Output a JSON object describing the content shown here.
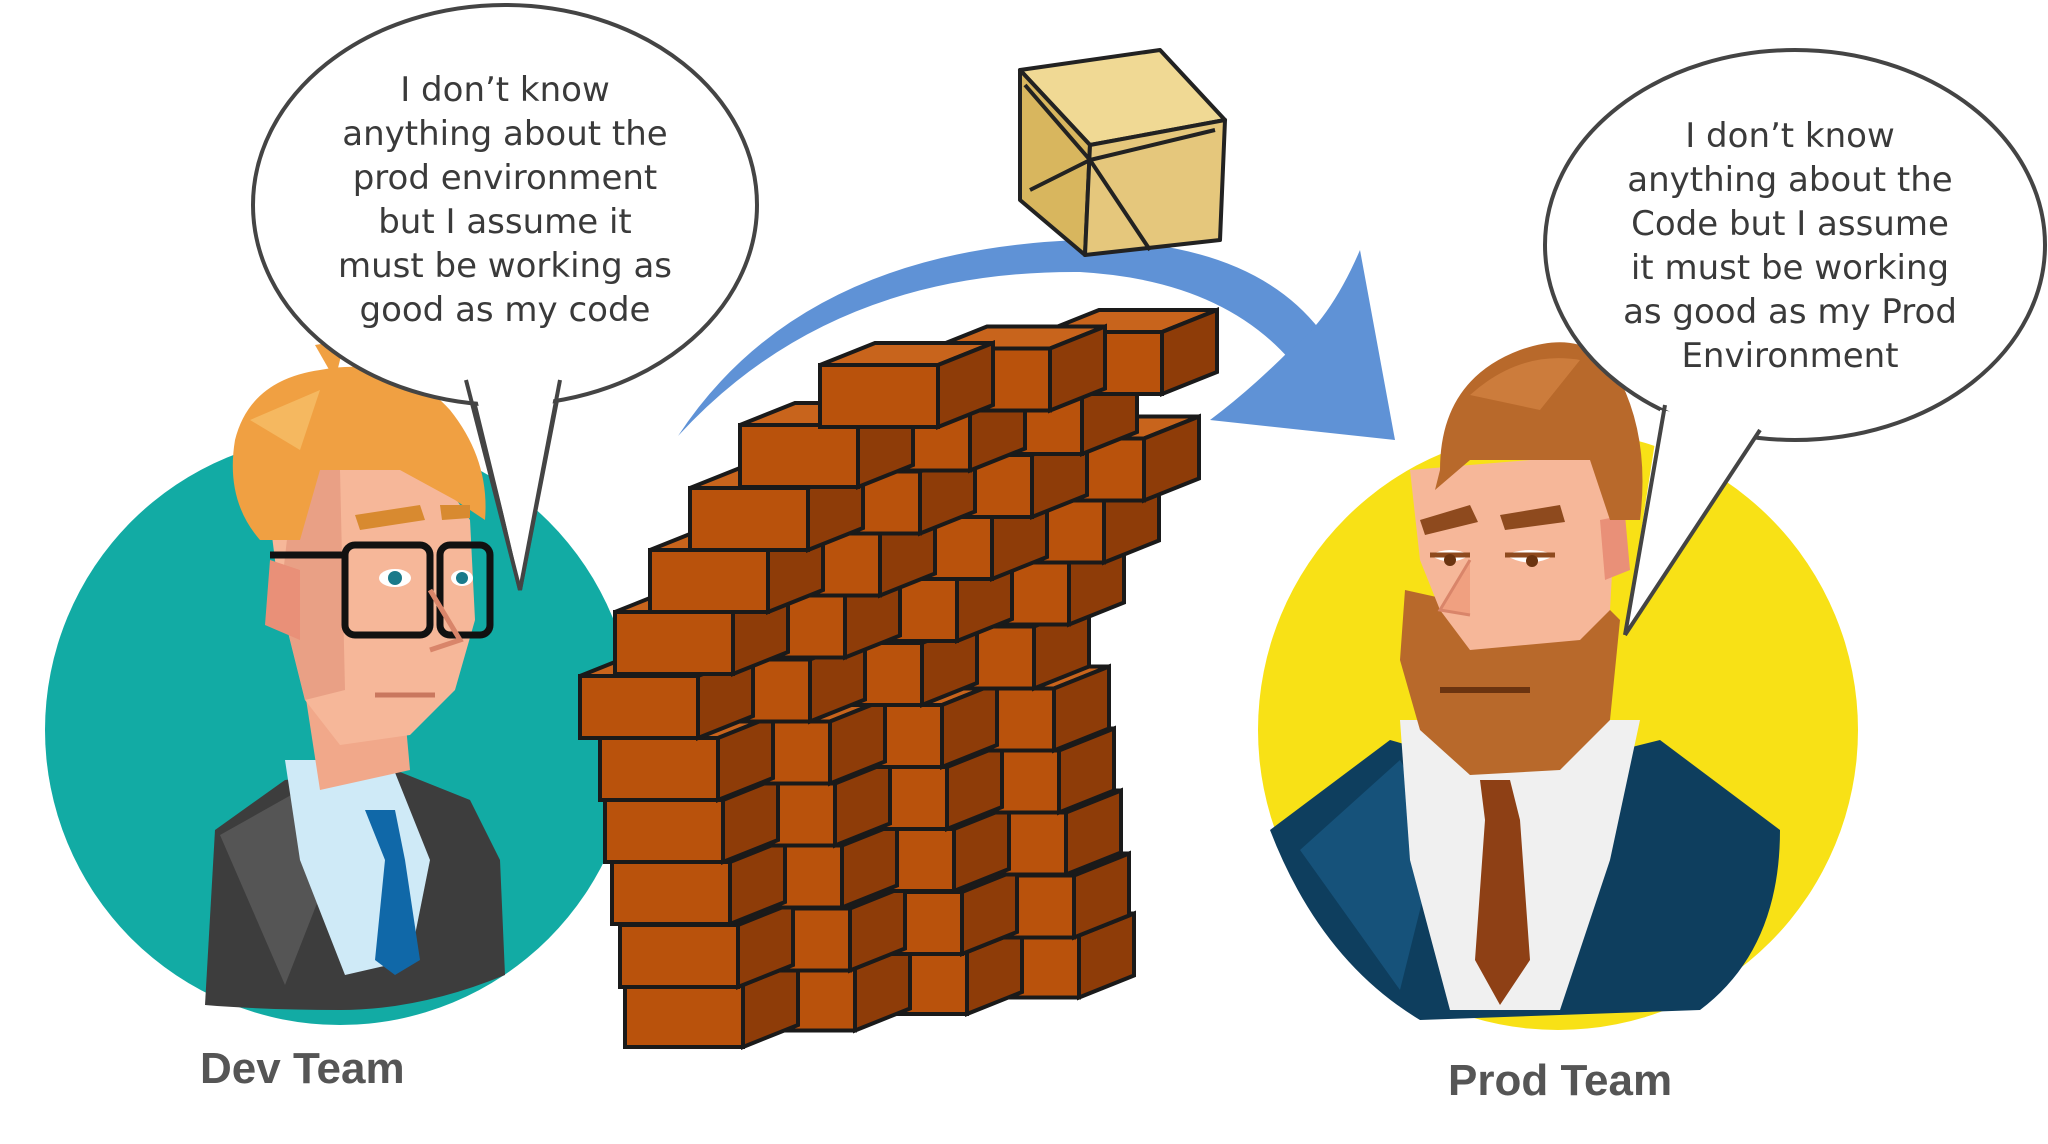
{
  "dev": {
    "label": "Dev Team",
    "bubble_lines": [
      "I don’t know",
      "anything about the",
      "prod environment",
      "but I assume it",
      "must be working as",
      "good as my code"
    ],
    "circle_color": "#12ABA4"
  },
  "prod": {
    "label": "Prod Team",
    "bubble_lines": [
      "I don’t know",
      "anything about the",
      "Code but I assume",
      "it must be working",
      "as good as my Prod",
      "Environment"
    ],
    "circle_color": "#F8E116"
  },
  "colors": {
    "arrow": "#5F92D6",
    "brick": "#B9520C",
    "package": "#E5C77C"
  },
  "icons": [
    "dev-person-icon",
    "prod-person-icon",
    "brick-wall-icon",
    "package-icon",
    "arrow-icon"
  ]
}
